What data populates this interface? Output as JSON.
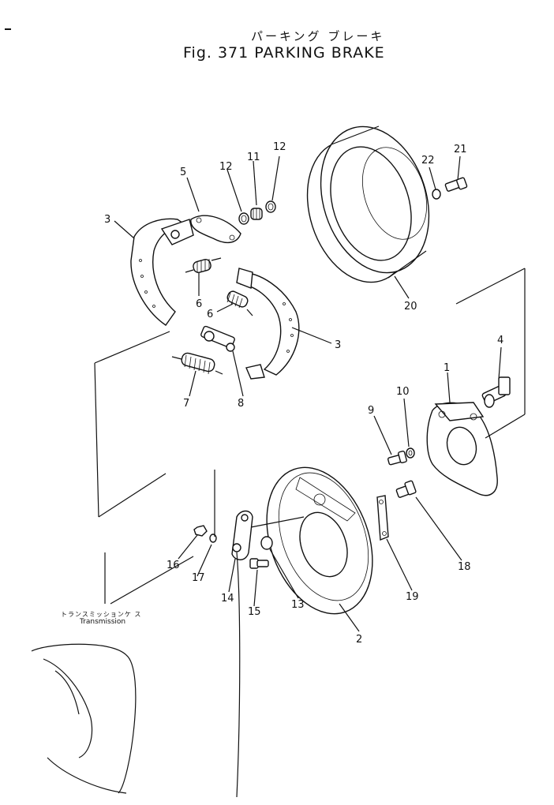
{
  "header": {
    "title_jp": "パーキング ブレーキ",
    "title_en": "Fig. 371 PARKING BRAKE"
  },
  "callouts": {
    "c1": "1",
    "c2": "2",
    "c3a": "3",
    "c3b": "3",
    "c4": "4",
    "c5": "5",
    "c6a": "6",
    "c6b": "6",
    "c7": "7",
    "c8": "8",
    "c9": "9",
    "c10": "10",
    "c11": "11",
    "c12a": "12",
    "c12b": "12",
    "c13": "13",
    "c14": "14",
    "c15": "15",
    "c16": "16",
    "c17": "17",
    "c18": "18",
    "c19": "19",
    "c20": "20",
    "c21": "21",
    "c22": "22"
  },
  "transmission": {
    "label_jp": "トランスミッションケ ス",
    "label_en": "Transmission"
  }
}
